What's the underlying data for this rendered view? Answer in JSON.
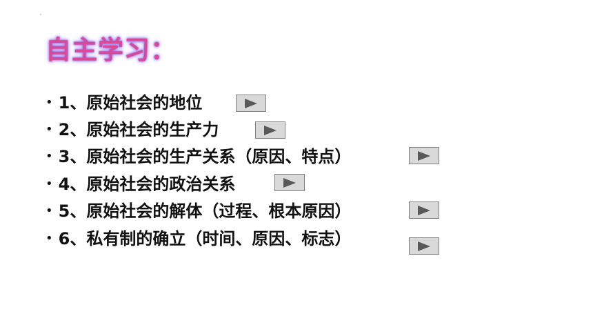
{
  "slide": {
    "title": "自主学习：",
    "items": [
      {
        "bullet": "•",
        "label": "1、原始社会的地位",
        "button_icon": "play-icon"
      },
      {
        "bullet": "•",
        "label": "2、原始社会的生产力",
        "button_icon": "play-icon"
      },
      {
        "bullet": "•",
        "label": "3、原始社会的生产关系（原因、特点）",
        "button_icon": "play-icon"
      },
      {
        "bullet": "•",
        "label": "4、原始社会的政治关系",
        "button_icon": "play-icon"
      },
      {
        "bullet": "•",
        "label": "5、原始社会的解体（过程、根本原因）",
        "button_icon": "play-icon"
      },
      {
        "bullet": "•",
        "label": "6、私有制的确立（时间、原因、标志）",
        "button_icon": "play-icon"
      }
    ]
  },
  "colors": {
    "title": "#d94a94",
    "title_glow": "#9c7df5",
    "text": "#111111",
    "button_fill": "#d9d9d9",
    "button_border": "#7f7f7f",
    "play_triangle": "#595959"
  }
}
